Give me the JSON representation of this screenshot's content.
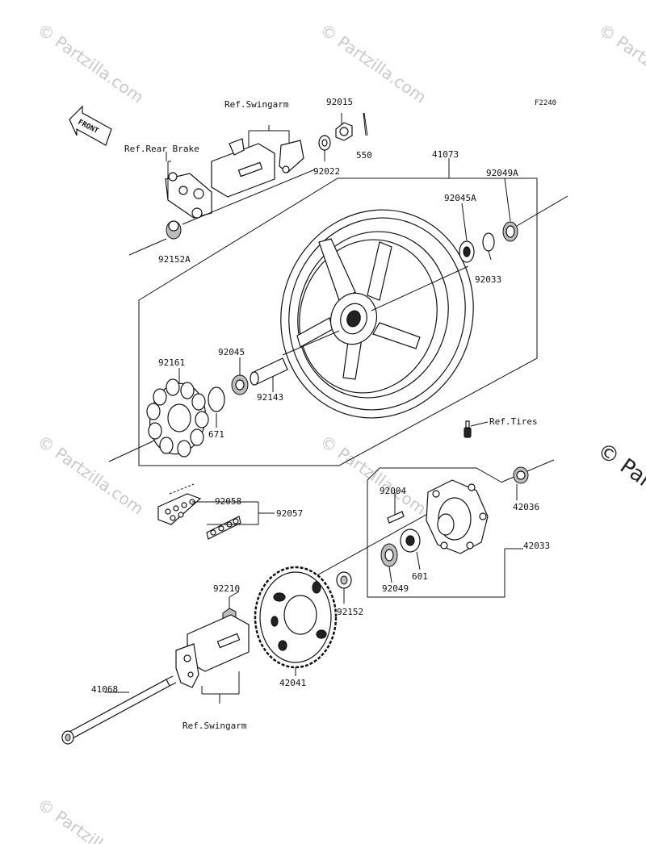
{
  "diagram_code": "F2240",
  "front_label": "FRONT",
  "watermarks": [
    "© Partzilla.com",
    "© Partzilla.com",
    "© Partzilla.com",
    "© Partzilla.com",
    "© Partzilla.com",
    "© Partzilla.com",
    "© Partz"
  ],
  "refs": {
    "swingarm_top": "Ref.Swingarm",
    "rear_brake": "Ref.Rear Brake",
    "tires": "Ref.Tires",
    "swingarm_bottom": "Ref.Swingarm"
  },
  "part_numbers": {
    "p92015": "92015",
    "p550": "550",
    "p92022": "92022",
    "p41073": "41073",
    "p92049A": "92049A",
    "p92045A": "92045A",
    "p92033": "92033",
    "p92152A": "92152A",
    "p92161": "92161",
    "p92045": "92045",
    "p92143": "92143",
    "p671": "671",
    "p92004": "92004",
    "p42036": "42036",
    "p92058": "92058",
    "p92057": "92057",
    "p42033": "42033",
    "p601": "601",
    "p92049": "92049",
    "p92210": "92210",
    "p92152": "92152",
    "p41068": "41068",
    "p42041": "42041"
  },
  "colors": {
    "line": "#111111",
    "watermark": "#c9c9c9",
    "background": "#ffffff"
  }
}
